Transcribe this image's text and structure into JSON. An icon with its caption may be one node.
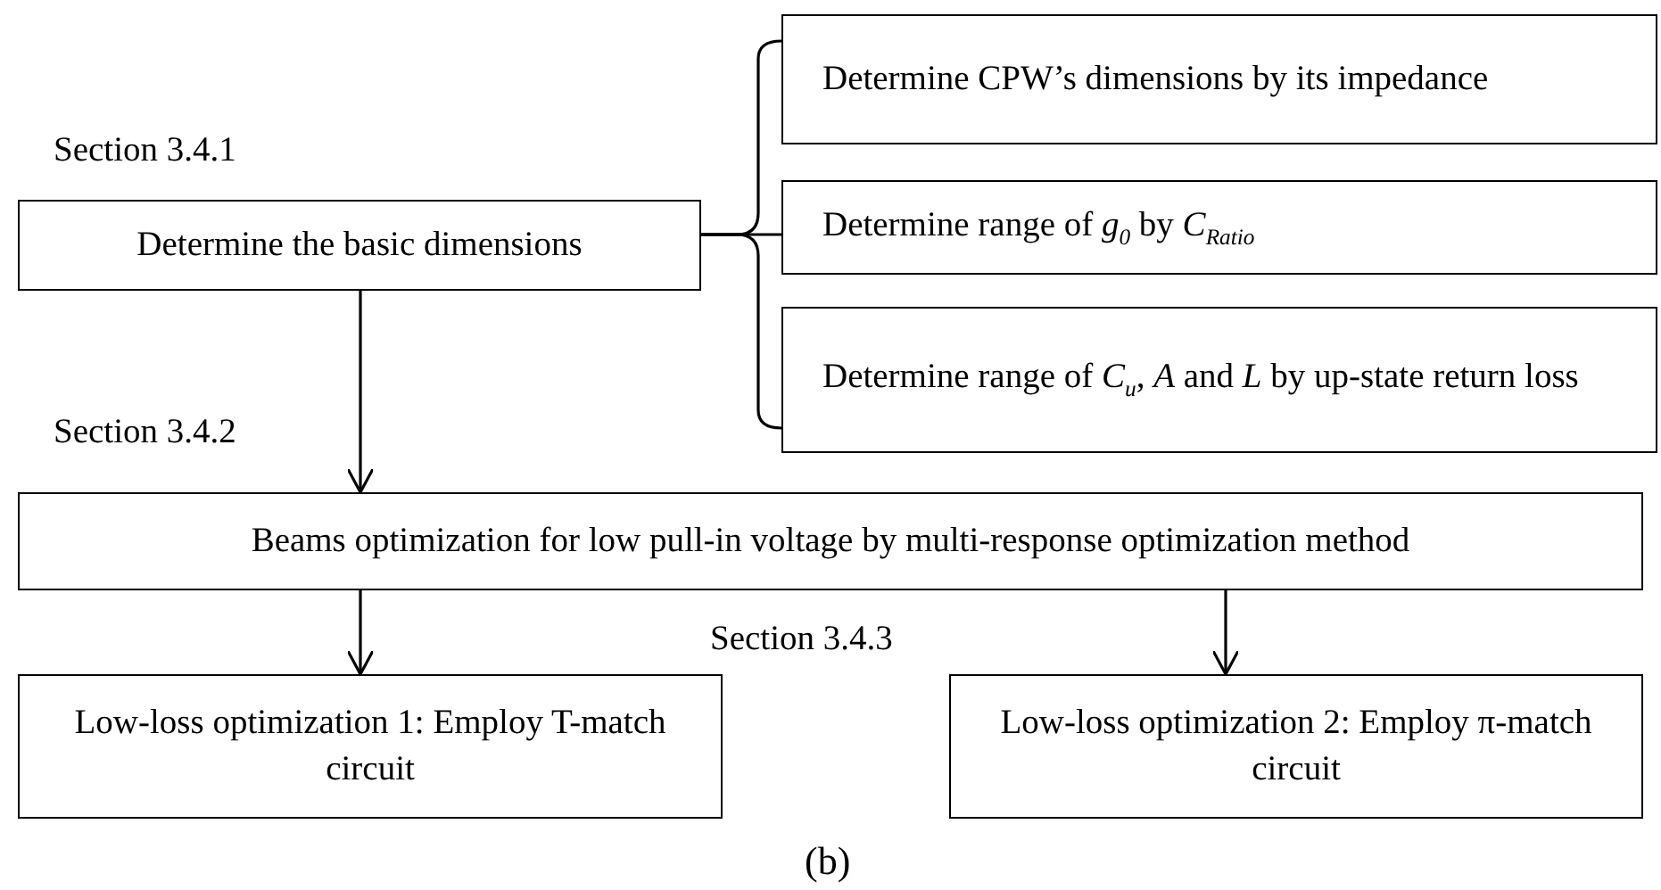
{
  "diagram": {
    "caption": "(b)",
    "nodes": [
      {
        "text": [
          "Determine the basic dimensions"
        ],
        "beside": [
          "Section 3.4.1"
        ]
      },
      {
        "text": [
          "Determine CPW’s dimensions by its impedance"
        ]
      },
      {
        "text": [
          "Determine range of *g*$_{0}$ by *C*$_{Ratio}$"
        ]
      },
      {
        "text": [
          "Determine range of *C*$_{u}$, *A* and *L* by up-state return loss"
        ]
      },
      {
        "text": [
          "Beams optimization for low pull-in voltage by multi-response optimization method"
        ],
        "beside": [
          "Section 3.4.2"
        ]
      },
      {
        "text": [
          "Low-loss optimization 1: Employ T-match circuit"
        ]
      },
      {
        "text": [
          "Low-loss optimization 2: Employ π-match circuit"
        ]
      }
    ],
    "edges": [
      {
        "from": 0,
        "to": 1,
        "arrow": "none"
      },
      {
        "from": 0,
        "to": 2,
        "arrow": "none"
      },
      {
        "from": 0,
        "to": 3,
        "arrow": "none"
      },
      {
        "from": 0,
        "to": 4,
        "arrow": "to"
      },
      {
        "from": 4,
        "to": 5,
        "arrow": "to"
      },
      {
        "from": 4,
        "to": 6,
        "arrow": "to"
      }
    ],
    "labels": [
      "Section 3.4.3"
    ]
  }
}
